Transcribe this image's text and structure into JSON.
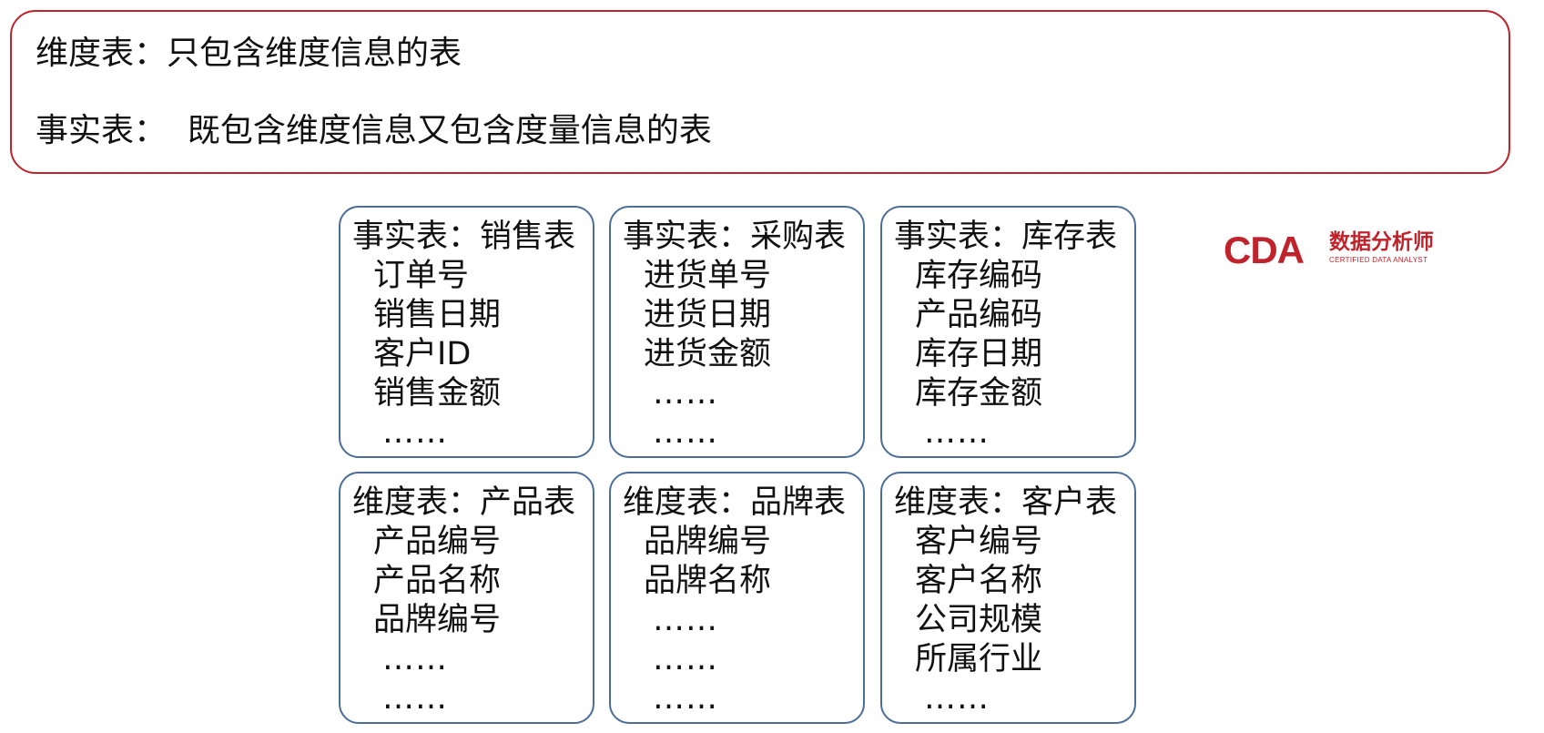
{
  "definitions": {
    "dimension_line": "维度表：只包含维度信息的表",
    "fact_line": "事实表：  既包含维度信息又包含度量信息的表"
  },
  "cards": [
    {
      "title": "事实表：销售表",
      "items": [
        "订单号",
        "销售日期",
        "客户ID",
        "销售金额",
        "……"
      ]
    },
    {
      "title": "事实表：采购表",
      "items": [
        "进货单号",
        "进货日期",
        "进货金额",
        "……",
        "……"
      ]
    },
    {
      "title": "事实表：库存表",
      "items": [
        "库存编码",
        "产品编码",
        "库存日期",
        "库存金额",
        "……"
      ]
    },
    {
      "title": "维度表：产品表",
      "items": [
        "产品编号",
        "产品名称",
        "品牌编号",
        "……",
        "……"
      ]
    },
    {
      "title": "维度表：品牌表",
      "items": [
        "品牌编号",
        "品牌名称",
        "……",
        "……",
        "……"
      ]
    },
    {
      "title": "维度表：客户表",
      "items": [
        "客户编号",
        "客户名称",
        "公司规模",
        "所属行业",
        "……"
      ]
    }
  ],
  "logo": {
    "mark": "CDA",
    "name_cn": "数据分析师",
    "name_en": "CERTIFIED DATA ANALYST"
  },
  "colors": {
    "definition_border": "#c0232b",
    "card_border": "#4b6d97",
    "logo": "#c0232b"
  }
}
